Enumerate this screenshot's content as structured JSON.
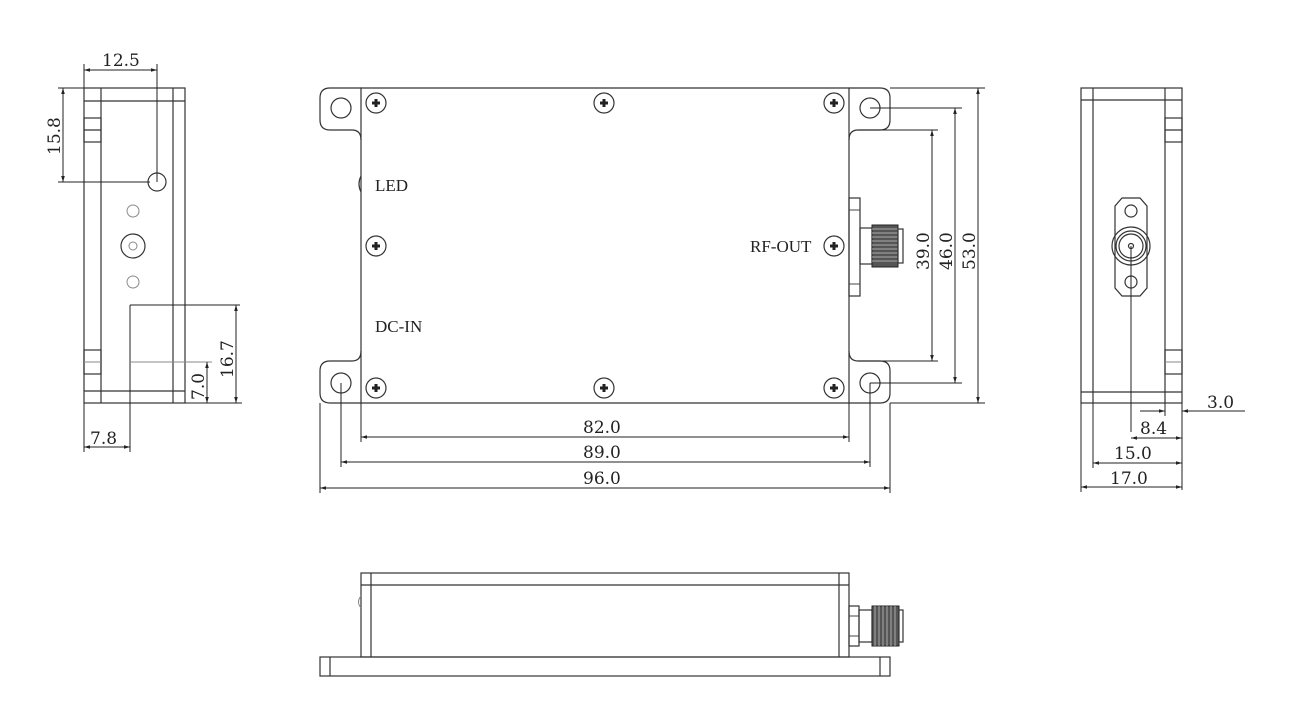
{
  "labels": {
    "led": "LED",
    "dc_in": "DC-IN",
    "rf_out": "RF-OUT"
  },
  "dimensions": {
    "side_left": {
      "d1": "12.5",
      "d2": "15.8",
      "d3": "16.7",
      "d4": "7.0",
      "d5": "7.8"
    },
    "top": {
      "inner_height": "39.0",
      "hole_height": "46.0",
      "total_height": "53.0",
      "body_width": "82.0",
      "hole_width": "89.0",
      "total_width": "96.0"
    },
    "side_right": {
      "d1": "3.0",
      "d2": "8.4",
      "d3": "15.0",
      "d4": "17.0"
    }
  }
}
